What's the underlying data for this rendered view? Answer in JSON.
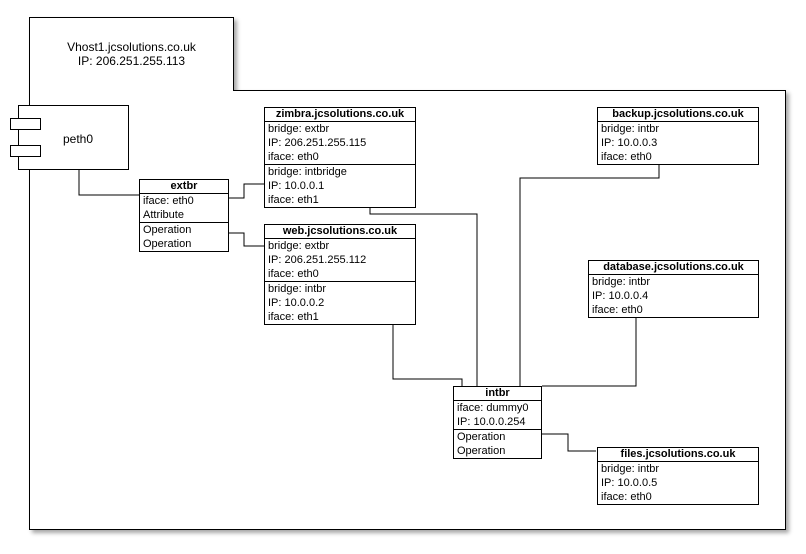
{
  "host": {
    "name": "Vhost1.jcsolutions.co.uk",
    "ip": "IP: 206.251.255.113"
  },
  "peth": {
    "label": "peth0"
  },
  "nodes": {
    "extbr": {
      "title": "extbr",
      "sections": [
        [
          "iface: eth0",
          "Attribute"
        ],
        [
          "Operation",
          "Operation"
        ]
      ]
    },
    "zimbra": {
      "title": "zimbra.jcsolutions.co.uk",
      "sections": [
        [
          "bridge: extbr",
          "IP: 206.251.255.115",
          "iface: eth0"
        ],
        [
          "bridge: intbridge",
          "IP: 10.0.0.1",
          "iface: eth1"
        ]
      ]
    },
    "web": {
      "title": "web.jcsolutions.co.uk",
      "sections": [
        [
          "bridge: extbr",
          "IP: 206.251.255.112",
          "iface: eth0"
        ],
        [
          "bridge: intbr",
          "IP: 10.0.0.2",
          "iface: eth1"
        ]
      ]
    },
    "backup": {
      "title": "backup.jcsolutions.co.uk",
      "sections": [
        [
          "bridge: intbr",
          "IP: 10.0.0.3",
          "iface: eth0"
        ]
      ]
    },
    "database": {
      "title": "database.jcsolutions.co.uk",
      "sections": [
        [
          "bridge: intbr",
          "IP: 10.0.0.4",
          "iface: eth0"
        ]
      ]
    },
    "intbr": {
      "title": "intbr",
      "sections": [
        [
          "iface: dummy0",
          "IP: 10.0.0.254"
        ],
        [
          "Operation",
          "Operation"
        ]
      ]
    },
    "files": {
      "title": "files.jcsolutions.co.uk",
      "sections": [
        [
          "bridge: intbr",
          "IP: 10.0.0.5",
          "iface: eth0"
        ]
      ]
    }
  }
}
